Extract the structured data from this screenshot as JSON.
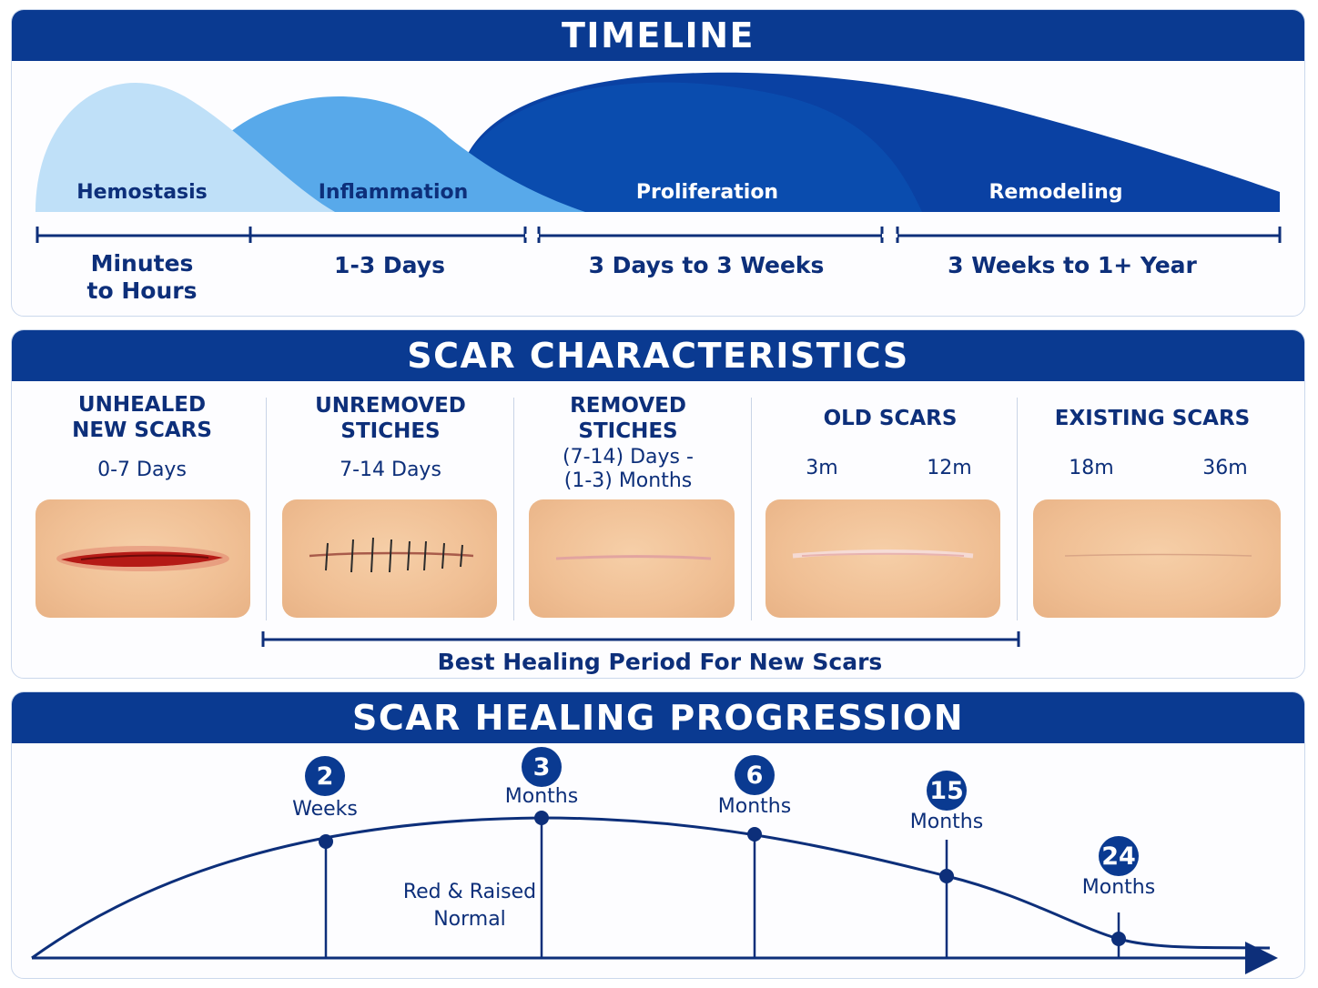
{
  "timeline": {
    "title": "TIMELINE",
    "phases": [
      "Hemostasis",
      "Inflammation",
      "Proliferation",
      "Remodeling"
    ],
    "durations": [
      [
        "Minutes",
        "to Hours"
      ],
      "1-3 Days",
      "3 Days to 3 Weeks",
      "3 Weeks to 1+ Year"
    ]
  },
  "scar": {
    "title": "SCAR CHARACTERISTICS",
    "columns": [
      {
        "title1": "UNHEALED",
        "title2": "NEW SCARS",
        "sub": "0-7 Days"
      },
      {
        "title1": "UNREMOVED",
        "title2": "STICHES",
        "sub": "7-14 Days"
      },
      {
        "title1": "REMOVED",
        "title2": "STICHES",
        "sub1": "(7-14) Days -",
        "sub2": "(1-3) Months"
      },
      {
        "title": "OLD SCARS",
        "left": "3m",
        "right": "12m"
      },
      {
        "title": "EXISTING SCARS",
        "left": "18m",
        "right": "36m"
      }
    ],
    "best_period": "Best Healing Period For New Scars"
  },
  "progression": {
    "title": "SCAR HEALING PROGRESSION",
    "milestones": [
      {
        "num": "2",
        "unit": "Weeks"
      },
      {
        "num": "3",
        "unit": "Months"
      },
      {
        "num": "6",
        "unit": "Months"
      },
      {
        "num": "15",
        "unit": "Months"
      },
      {
        "num": "24",
        "unit": "Months"
      }
    ],
    "note1": "Red & Raised",
    "note2": "Normal"
  },
  "colors": {
    "header": "#0a3a91",
    "hemostasis": "#bfe0f8",
    "inflammation": "#58a9ea",
    "proliferation": "#0b56b8",
    "remodeling": "#0a3ea0",
    "line": "#0d2f7a"
  }
}
